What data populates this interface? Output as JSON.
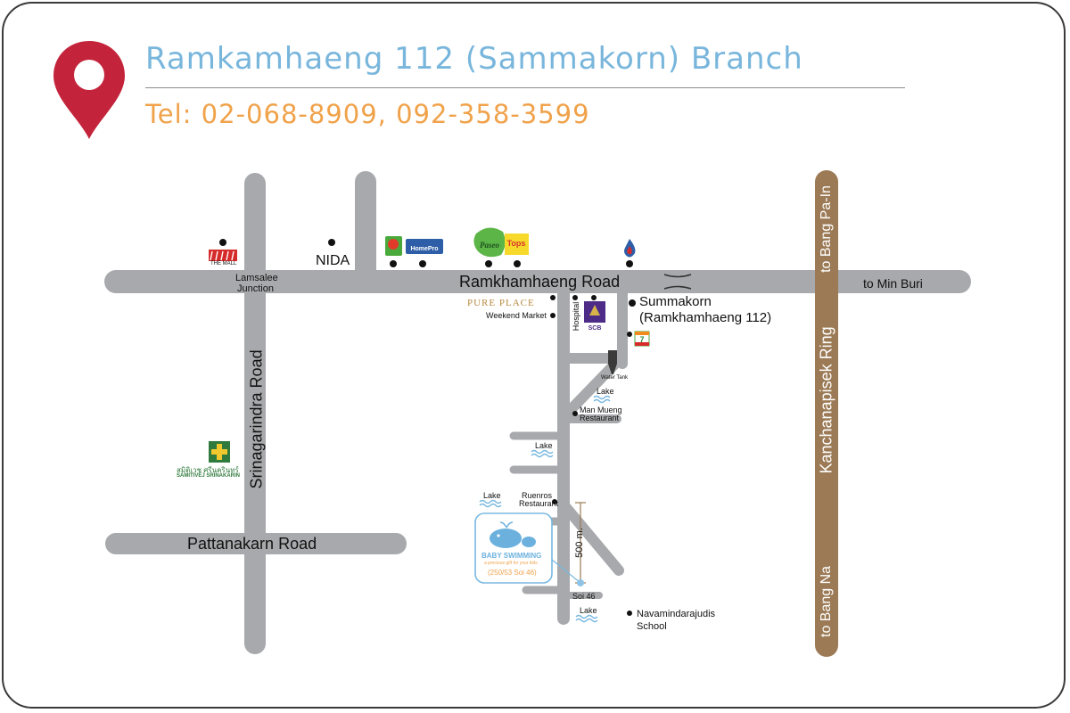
{
  "header": {
    "title": "Ramkamhaeng 112 (Sammakorn) Branch",
    "phone": "Tel: 02-068-8909, 092-358-3599"
  },
  "roads": {
    "ramkhamhaeng": "Ramkhamhaeng Road",
    "srinagarindra": "Srinagarindra Road",
    "pattanakarn": "Pattanakarn Road",
    "kanchanapisek": "Kanchanapisek Ring",
    "to_bang_pa_in": "to Bang Pa-In",
    "to_bang_na": "to Bang Na",
    "to_min_buri": "to Min Buri"
  },
  "places": {
    "lamsalee": "Lamsalee\nJunction",
    "lamsalee_1": "Lamsalee",
    "lamsalee_2": "Junction",
    "the_mall": "THE MALL",
    "nida": "NIDA",
    "homepro": "HomePro",
    "paseo": "Paseo",
    "tops": "Tops",
    "pure_place": "PURE PLACE",
    "weekend_market": "Weekend Market",
    "hospital": "Hospital",
    "scb": "SCB",
    "summakorn_1": "Summakorn",
    "summakorn_2": "(Ramkhamhaeng 112)",
    "water_tank": "Water Tank",
    "lake": "Lake",
    "man_mueng_1": "Man Mueng",
    "man_mueng_2": "Restaurant",
    "ruenros_1": "Ruenros",
    "ruenros_2": "Restaurant",
    "samitivej_th": "สมิติเวช ศรีนครินทร์",
    "samitivej_en": "SAMITIVEJ SRINAKARIN",
    "baby_swimming": "BABY SWIMMING",
    "baby_tagline": "a precious gift for your kids",
    "baby_address": "(250/53 Soi 46)",
    "distance": "500 m.",
    "soi46": "Soi 46",
    "navamindarajudis_1": "Navamindarajudis",
    "navamindarajudis_2": "School"
  },
  "colors": {
    "road": "#a7a9ac",
    "ring_road": "#9b7a55",
    "title": "#79b6dc",
    "phone": "#f0a24a",
    "pin": "#c4243b",
    "baby_box": "#78b8e0"
  }
}
